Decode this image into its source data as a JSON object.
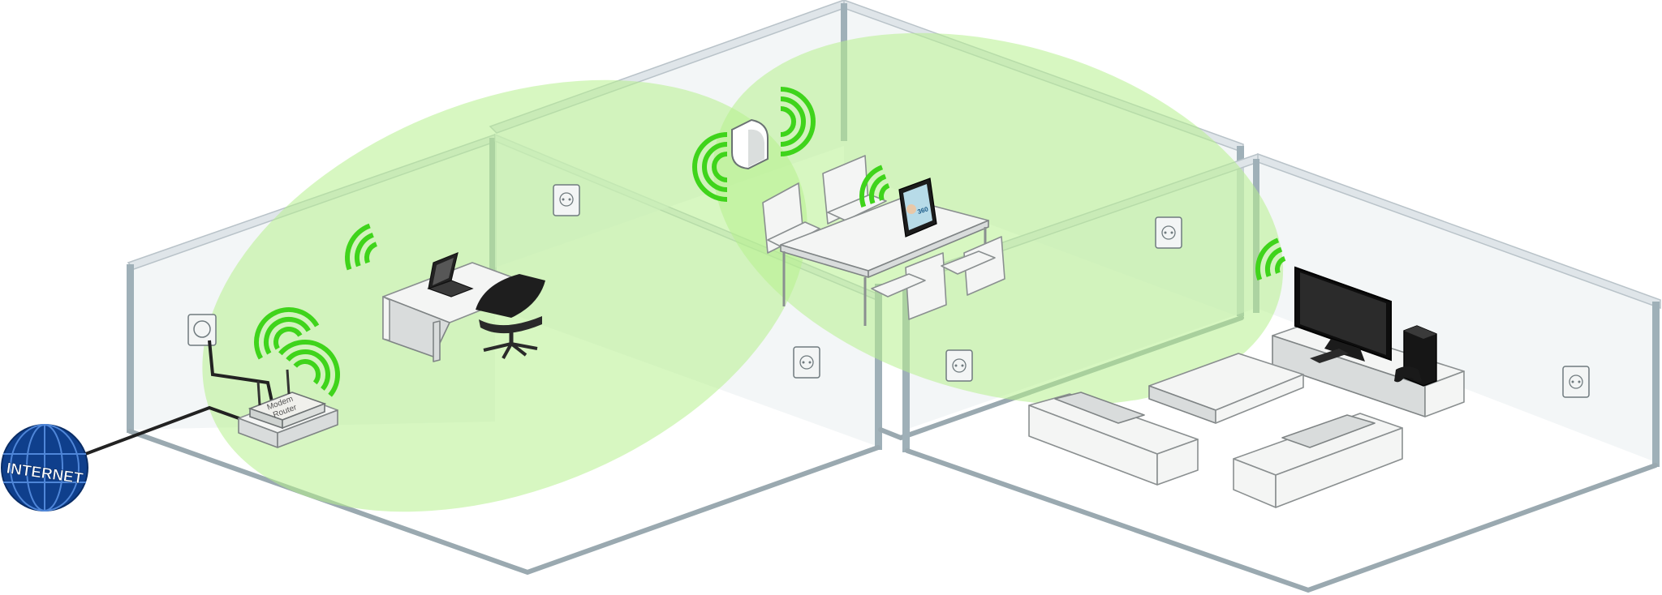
{
  "globe": {
    "label": "INTERNET",
    "color": "#0f3f8c"
  },
  "router": {
    "label_line1": "Modem",
    "label_line2": "Router"
  },
  "colors": {
    "coverage": "#b7f08e",
    "wifi_signal": "#3fd41b",
    "wall": "#e9eef1",
    "wall_edge": "#9aa9b0"
  },
  "tablet": {
    "screen_text": "360"
  }
}
